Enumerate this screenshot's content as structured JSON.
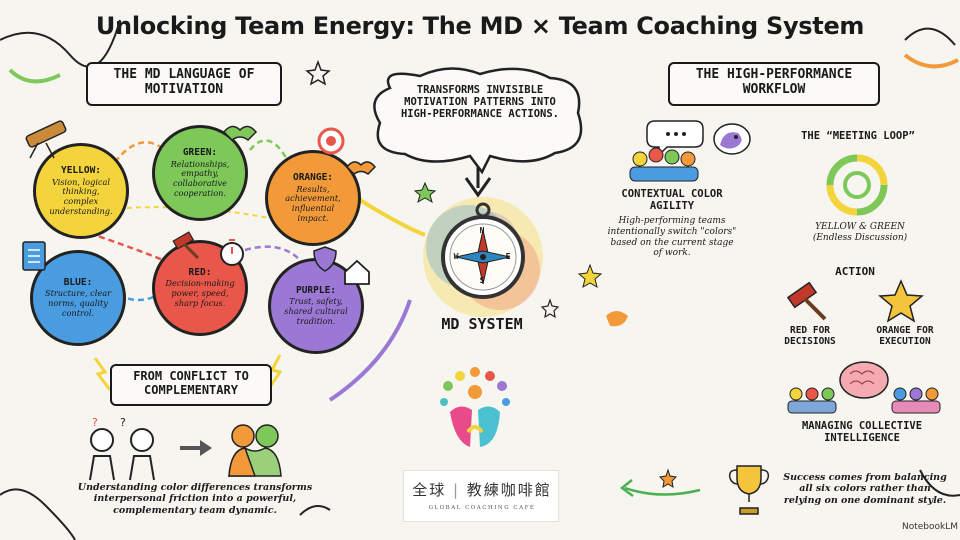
{
  "title": "Unlocking Team Energy: The MD × Team Coaching System",
  "left_panel": {
    "header": "THE MD LANGUAGE OF MOTIVATION",
    "colors": [
      {
        "name": "YELLOW:",
        "desc": "Vision, logical thinking, complex understanding.",
        "fill": "#f3d43c"
      },
      {
        "name": "GREEN:",
        "desc": "Relationships, empathy, collaborative cooperation.",
        "fill": "#7ec85a"
      },
      {
        "name": "ORANGE:",
        "desc": "Results, achievement, influential impact.",
        "fill": "#f29a3a"
      },
      {
        "name": "BLUE:",
        "desc": "Structure, clear norms, quality control.",
        "fill": "#4a9ce0"
      },
      {
        "name": "RED:",
        "desc": "Decision-making power, speed, sharp focus.",
        "fill": "#e8574a"
      },
      {
        "name": "PURPLE:",
        "desc": "Trust, safety, shared cultural tradition.",
        "fill": "#9b78d4"
      }
    ],
    "conflict_header": "FROM CONFLICT TO COMPLEMENTARY",
    "conflict_text": "Understanding color differences transforms interpersonal friction into a powerful, complementary team dynamic."
  },
  "center": {
    "speech": "TRANSFORMS INVISIBLE MOTIVATION PATTERNS INTO HIGH-PERFORMANCE ACTIONS.",
    "compass_label": "MD SYSTEM",
    "compass_n": "N",
    "compass_s": "S",
    "compass_e": "E",
    "compass_w": "W",
    "logo_cn_left": "全球",
    "logo_cn_right": "教練咖啡館",
    "logo_en": "GLOBAL COACHING CAFÉ"
  },
  "right_panel": {
    "header": "THE HIGH-PERFORMANCE WORKFLOW",
    "agility_title": "CONTEXTUAL COLOR AGILITY",
    "agility_text": "High-performing teams intentionally switch \"colors\" based on the current stage of work.",
    "meeting_title": "THE “MEETING LOOP”",
    "meeting_caption": "YELLOW & GREEN (Endless Discussion)",
    "action_title": "ACTION",
    "red_caption": "RED FOR DECISIONS",
    "orange_caption": "ORANGE FOR EXECUTION",
    "collective_title": "MANAGING COLLECTIVE INTELLIGENCE",
    "success_text": "Success comes from balancing all six colors rather than relying on one dominant style."
  },
  "watermark": "NotebookLM"
}
